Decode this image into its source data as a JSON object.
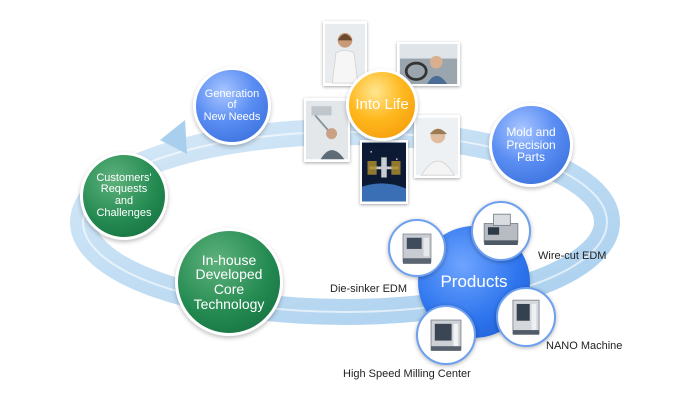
{
  "colors": {
    "ring": "#a7cdee",
    "blue_node": "#4a80ea",
    "green_node": "#1f7f4a",
    "orange_node": "#ffb21a",
    "products_node": "#2a6fe8"
  },
  "nodes": {
    "into_life": "Into Life",
    "generation": "Generation\nof\nNew Needs",
    "mold": "Mold and\nPrecision\nParts",
    "customers": "Customers'\nRequests\nand\nChallenges",
    "core_tech": "In-house\nDeveloped\nCore\nTechnology",
    "products": "Products"
  },
  "photos": [
    {
      "name": "woman-phone-photo"
    },
    {
      "name": "driver-car-photo"
    },
    {
      "name": "dental-care-photo"
    },
    {
      "name": "woman-resting-photo"
    },
    {
      "name": "space-station-photo"
    }
  ],
  "products": {
    "die_sinker": "Die-sinker EDM",
    "wire_cut": "Wire-cut EDM",
    "nano": "NANO Machine",
    "milling": "High Speed Milling Center"
  }
}
